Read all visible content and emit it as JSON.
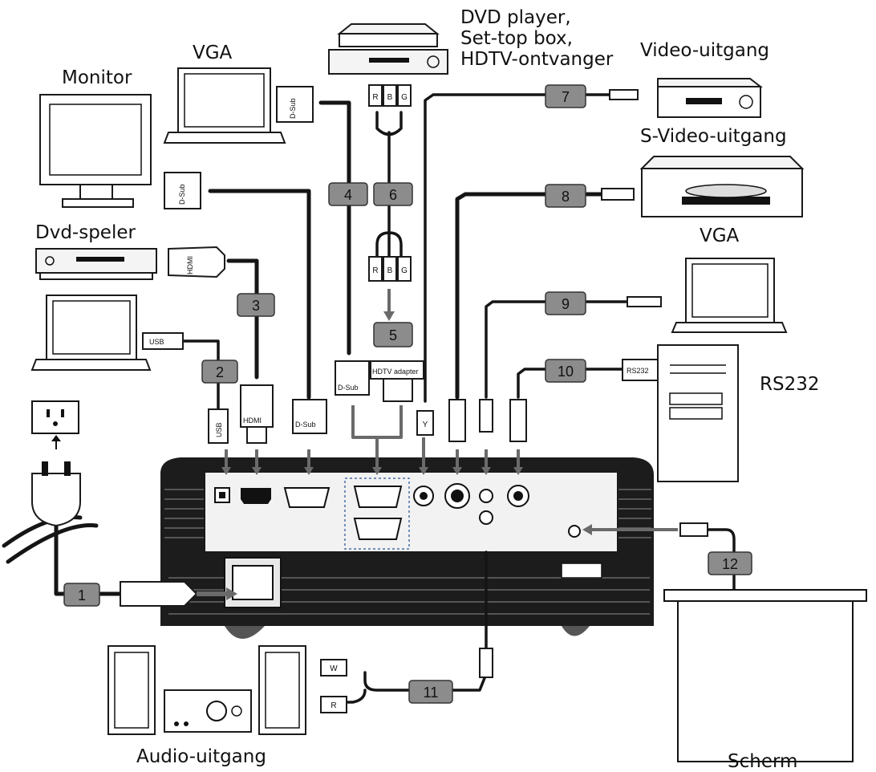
{
  "labels": {
    "monitor": "Monitor",
    "vga_top": "VGA",
    "dvd_player_line1": "DVD player,",
    "dvd_player_line2": "Set-top box,",
    "dvd_player_line3": "HDTV-ontvanger",
    "video_out": "Video-uitgang",
    "svideo_out": "S-Video-uitgang",
    "dvd_speler": "Dvd-speler",
    "vga_right": "VGA",
    "rs232": "RS232",
    "audio_out": "Audio-uitgang",
    "screen": "Scherm"
  },
  "connector_tags": {
    "dsub": "D-Sub",
    "hdmi": "HDMI",
    "usb": "USB",
    "hdtv_adapter": "HDTV adapter",
    "rs232": "RS232",
    "y": "Y",
    "w": "W",
    "r": "R",
    "b": "B",
    "g": "G"
  },
  "cables": [
    "1",
    "2",
    "3",
    "4",
    "5",
    "6",
    "7",
    "8",
    "9",
    "10",
    "11",
    "12"
  ],
  "icons": [
    "monitor-icon",
    "laptop-icon",
    "dvd-player-icon",
    "set-top-box-icon",
    "vcr-icon",
    "pc-tower-icon",
    "speaker-icon",
    "amplifier-icon",
    "projection-screen-icon",
    "power-outlet-icon",
    "power-plug-icon",
    "projector-icon"
  ]
}
